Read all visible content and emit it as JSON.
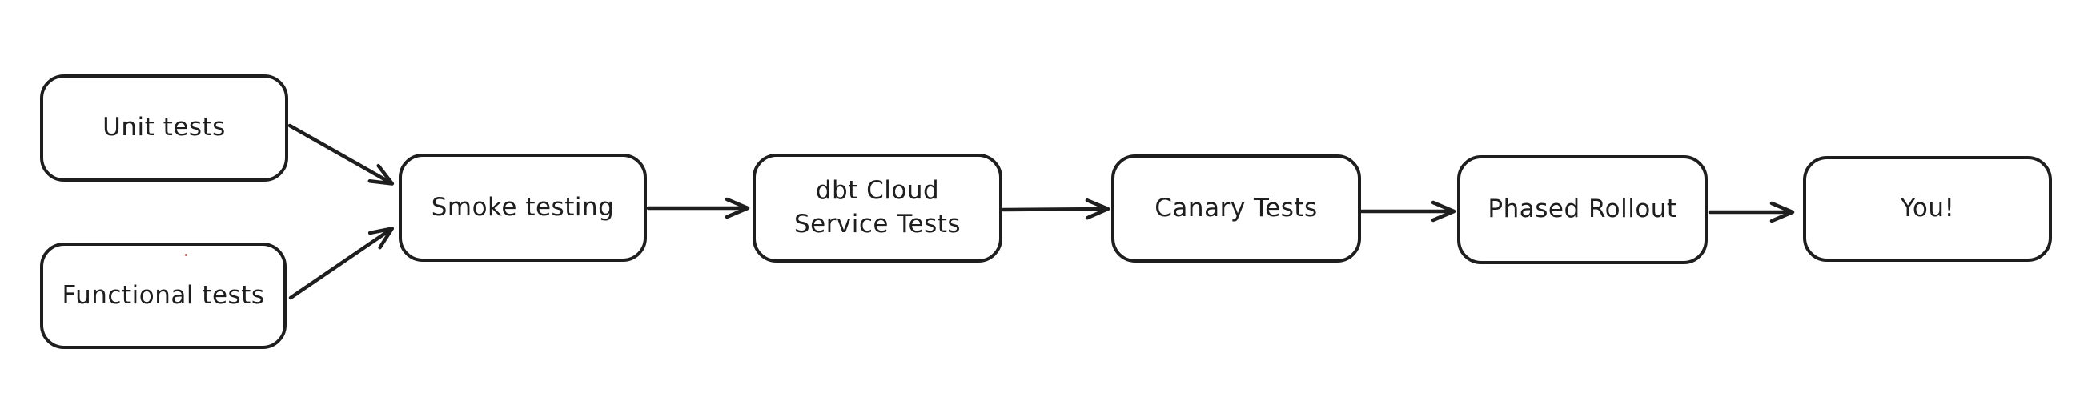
{
  "diagram": {
    "type": "flowchart",
    "style": "hand-drawn-excalidraw",
    "direction": "left-to-right",
    "colors": {
      "stroke": "#1e1e1e",
      "background": "#ffffff",
      "node_fill": "#ffffff",
      "stray_mark": "#b03a2e"
    },
    "nodes": [
      {
        "id": "unit-tests",
        "label": "Unit tests"
      },
      {
        "id": "functional-tests",
        "label": "Functional tests"
      },
      {
        "id": "smoke-testing",
        "label": "Smoke testing"
      },
      {
        "id": "dbt-cloud-service-tests",
        "label": "dbt Cloud\nService Tests"
      },
      {
        "id": "canary-tests",
        "label": "Canary Tests"
      },
      {
        "id": "phased-rollout",
        "label": "Phased Rollout"
      },
      {
        "id": "you",
        "label": "You!"
      }
    ],
    "edges": [
      {
        "from": "unit-tests",
        "to": "smoke-testing",
        "arrow": "end"
      },
      {
        "from": "functional-tests",
        "to": "smoke-testing",
        "arrow": "end"
      },
      {
        "from": "smoke-testing",
        "to": "dbt-cloud-service-tests",
        "arrow": "end"
      },
      {
        "from": "dbt-cloud-service-tests",
        "to": "canary-tests",
        "arrow": "end"
      },
      {
        "from": "canary-tests",
        "to": "phased-rollout",
        "arrow": "end"
      },
      {
        "from": "phased-rollout",
        "to": "you",
        "arrow": "end"
      }
    ]
  }
}
